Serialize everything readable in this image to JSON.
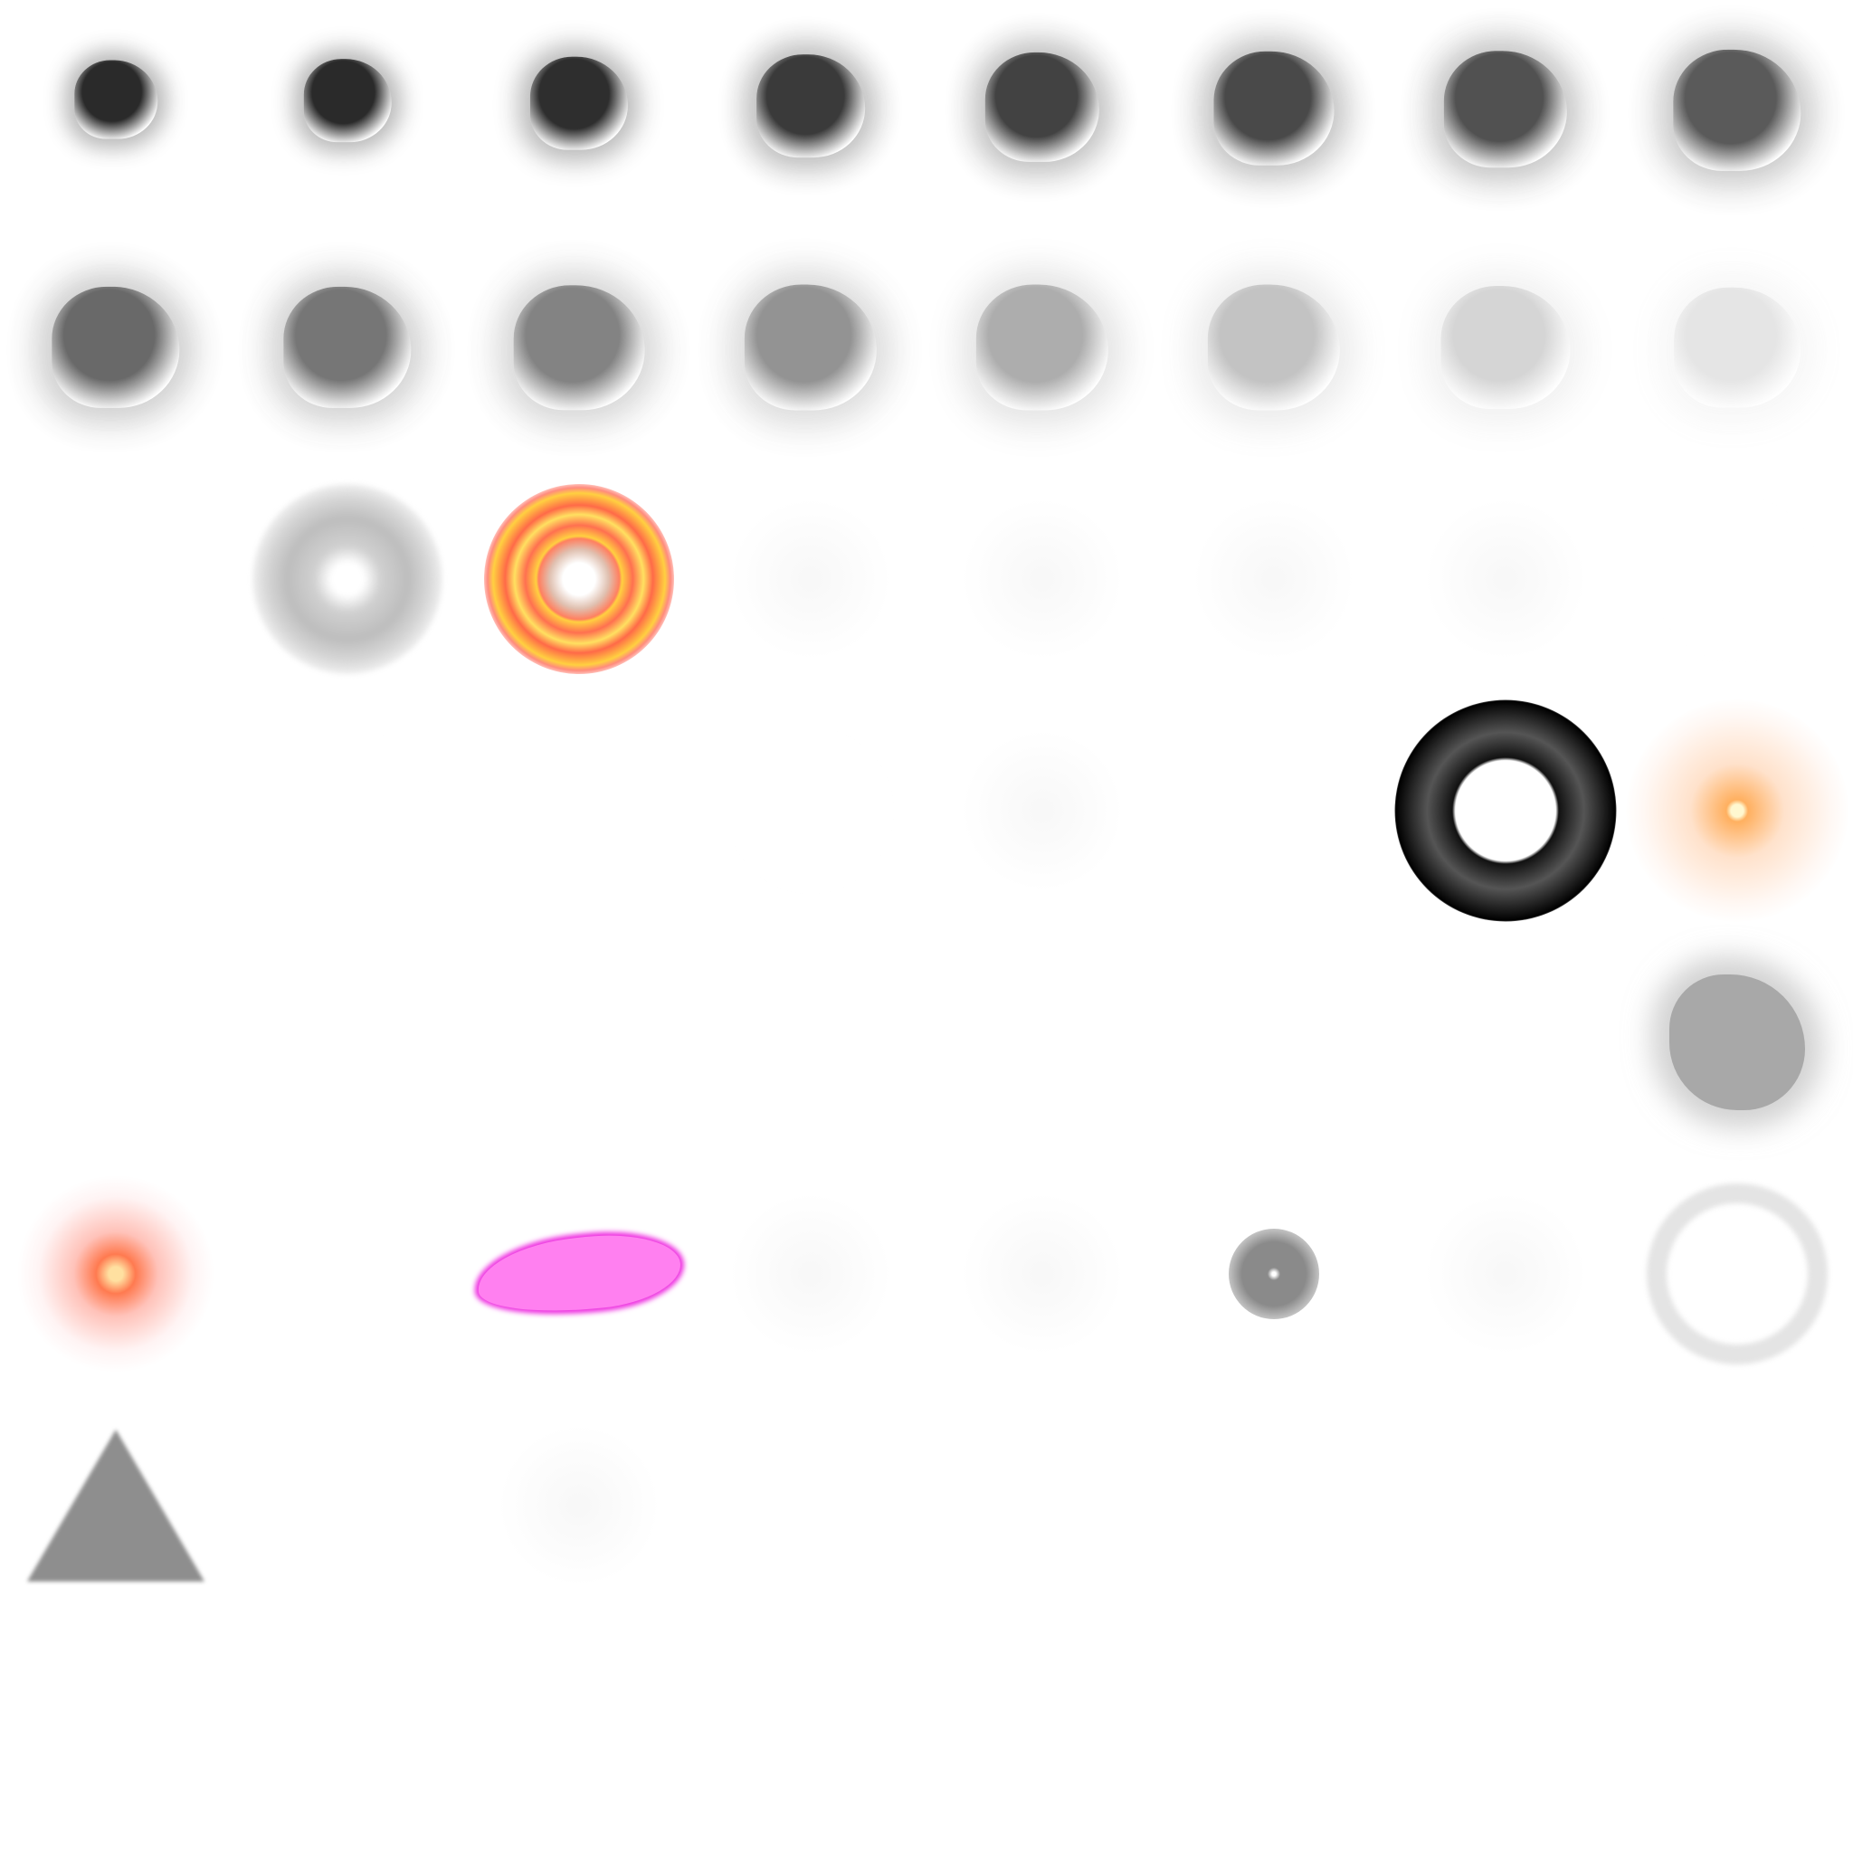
{
  "atlas": {
    "columns": 8,
    "rows": 8,
    "sprites": [
      {
        "row": 0,
        "col": 0,
        "kind": "smoke",
        "color": "#2a2a2a",
        "opacity": 1.0,
        "scale": 0.55
      },
      {
        "row": 0,
        "col": 1,
        "kind": "smoke",
        "color": "#2a2a2a",
        "opacity": 1.0,
        "scale": 0.58
      },
      {
        "row": 0,
        "col": 2,
        "kind": "smoke",
        "color": "#2e2e2e",
        "opacity": 1.0,
        "scale": 0.65
      },
      {
        "row": 0,
        "col": 3,
        "kind": "smoke",
        "color": "#303030",
        "opacity": 0.95,
        "scale": 0.72
      },
      {
        "row": 0,
        "col": 4,
        "kind": "smoke",
        "color": "#333333",
        "opacity": 0.92,
        "scale": 0.76
      },
      {
        "row": 0,
        "col": 5,
        "kind": "smoke",
        "color": "#363636",
        "opacity": 0.9,
        "scale": 0.8
      },
      {
        "row": 0,
        "col": 6,
        "kind": "smoke",
        "color": "#3a3a3a",
        "opacity": 0.88,
        "scale": 0.82
      },
      {
        "row": 0,
        "col": 7,
        "kind": "smoke",
        "color": "#3e3e3e",
        "opacity": 0.85,
        "scale": 0.85
      },
      {
        "row": 1,
        "col": 0,
        "kind": "smoke",
        "color": "#505050",
        "opacity": 0.85,
        "scale": 0.85
      },
      {
        "row": 1,
        "col": 1,
        "kind": "smoke",
        "color": "#555555",
        "opacity": 0.8,
        "scale": 0.85
      },
      {
        "row": 1,
        "col": 2,
        "kind": "smoke",
        "color": "#5a5a5a",
        "opacity": 0.75,
        "scale": 0.87
      },
      {
        "row": 1,
        "col": 3,
        "kind": "smoke",
        "color": "#666666",
        "opacity": 0.7,
        "scale": 0.88
      },
      {
        "row": 1,
        "col": 4,
        "kind": "smoke",
        "color": "#777777",
        "opacity": 0.6,
        "scale": 0.88
      },
      {
        "row": 1,
        "col": 5,
        "kind": "smoke",
        "color": "#888888",
        "opacity": 0.5,
        "scale": 0.88
      },
      {
        "row": 1,
        "col": 6,
        "kind": "smoke",
        "color": "#999999",
        "opacity": 0.4,
        "scale": 0.86
      },
      {
        "row": 1,
        "col": 7,
        "kind": "smoke",
        "color": "#aaaaaa",
        "opacity": 0.3,
        "scale": 0.84
      },
      {
        "row": 2,
        "col": 1,
        "kind": "swirl",
        "color": "#c8c8c8"
      },
      {
        "row": 2,
        "col": 2,
        "kind": "fire-swirl",
        "color": "#ff6040"
      },
      {
        "row": 2,
        "col": 3,
        "kind": "faint"
      },
      {
        "row": 2,
        "col": 4,
        "kind": "faint"
      },
      {
        "row": 2,
        "col": 5,
        "kind": "faint"
      },
      {
        "row": 2,
        "col": 6,
        "kind": "faint"
      },
      {
        "row": 2,
        "col": 7,
        "kind": "ring",
        "color": "#f0f0f0"
      },
      {
        "row": 3,
        "col": 1,
        "kind": "ring",
        "color": "#f4f4f4"
      },
      {
        "row": 3,
        "col": 2,
        "kind": "ring",
        "color": "#f6f6f6"
      },
      {
        "row": 3,
        "col": 3,
        "kind": "ring",
        "color": "#eeeeee"
      },
      {
        "row": 3,
        "col": 4,
        "kind": "faint"
      },
      {
        "row": 3,
        "col": 6,
        "kind": "black-ring",
        "color": "#000000"
      },
      {
        "row": 3,
        "col": 7,
        "kind": "orange-glow",
        "color": "#ffb060"
      },
      {
        "row": 4,
        "col": 7,
        "kind": "grey-blob",
        "color": "#a8a8a8"
      },
      {
        "row": 5,
        "col": 0,
        "kind": "red-glow",
        "color": "#ff7a50"
      },
      {
        "row": 5,
        "col": 2,
        "kind": "magenta-blob",
        "color": "#ff80f0"
      },
      {
        "row": 5,
        "col": 3,
        "kind": "faint"
      },
      {
        "row": 5,
        "col": 4,
        "kind": "faint"
      },
      {
        "row": 5,
        "col": 5,
        "kind": "grey-dot",
        "color": "#8a8a8a"
      },
      {
        "row": 5,
        "col": 6,
        "kind": "faint"
      },
      {
        "row": 5,
        "col": 7,
        "kind": "faint-ring",
        "color": "#d2d2d2"
      },
      {
        "row": 6,
        "col": 0,
        "kind": "triangle",
        "color": "#8e8e8e"
      },
      {
        "row": 6,
        "col": 2,
        "kind": "faint"
      }
    ]
  }
}
